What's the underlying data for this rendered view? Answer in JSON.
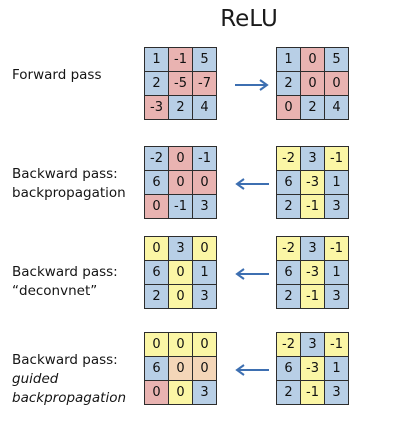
{
  "header": {
    "title": "ReLU"
  },
  "colors": {
    "blue": "#b8cfe6",
    "red": "#e9b3b1",
    "yellow": "#fbf6a5",
    "orange": "#f4d6b8",
    "arrow": "#3d6fb1"
  },
  "rows": [
    {
      "label_lines": [
        "Forward pass"
      ],
      "arrow": "right",
      "left": {
        "values": [
          "1",
          "-1",
          "5",
          "2",
          "-5",
          "-7",
          "-3",
          "2",
          "4"
        ],
        "colors": [
          "b",
          "r",
          "b",
          "b",
          "r",
          "r",
          "r",
          "b",
          "b"
        ]
      },
      "right": {
        "values": [
          "1",
          "0",
          "5",
          "2",
          "0",
          "0",
          "0",
          "2",
          "4"
        ],
        "colors": [
          "b",
          "r",
          "b",
          "b",
          "r",
          "r",
          "r",
          "b",
          "b"
        ]
      }
    },
    {
      "label_lines": [
        "Backward pass:",
        "backpropagation"
      ],
      "arrow": "left",
      "left": {
        "values": [
          "-2",
          "0",
          "-1",
          "6",
          "0",
          "0",
          "0",
          "-1",
          "3"
        ],
        "colors": [
          "b",
          "r",
          "b",
          "b",
          "r",
          "r",
          "r",
          "b",
          "b"
        ]
      },
      "right": {
        "values": [
          "-2",
          "3",
          "-1",
          "6",
          "-3",
          "1",
          "2",
          "-1",
          "3"
        ],
        "colors": [
          "y",
          "b",
          "y",
          "b",
          "y",
          "b",
          "b",
          "y",
          "b"
        ]
      }
    },
    {
      "label_lines": [
        "Backward pass:",
        "“deconvnet”"
      ],
      "arrow": "left",
      "left": {
        "values": [
          "0",
          "3",
          "0",
          "6",
          "0",
          "1",
          "2",
          "0",
          "3"
        ],
        "colors": [
          "y",
          "b",
          "y",
          "b",
          "y",
          "b",
          "b",
          "y",
          "b"
        ]
      },
      "right": {
        "values": [
          "-2",
          "3",
          "-1",
          "6",
          "-3",
          "1",
          "2",
          "-1",
          "3"
        ],
        "colors": [
          "y",
          "b",
          "y",
          "b",
          "y",
          "b",
          "b",
          "y",
          "b"
        ]
      }
    },
    {
      "label_lines": [
        "Backward pass:",
        "guided",
        "backpropagation"
      ],
      "italic_lines": [
        1,
        2
      ],
      "arrow": "left",
      "left": {
        "values": [
          "0",
          "0",
          "0",
          "6",
          "0",
          "0",
          "0",
          "0",
          "3"
        ],
        "colors": [
          "y",
          "y",
          "y",
          "b",
          "o",
          "o",
          "r",
          "y",
          "b"
        ]
      },
      "right": {
        "values": [
          "-2",
          "3",
          "-1",
          "6",
          "-3",
          "1",
          "2",
          "-1",
          "3"
        ],
        "colors": [
          "y",
          "b",
          "y",
          "b",
          "y",
          "b",
          "b",
          "y",
          "b"
        ]
      }
    }
  ]
}
